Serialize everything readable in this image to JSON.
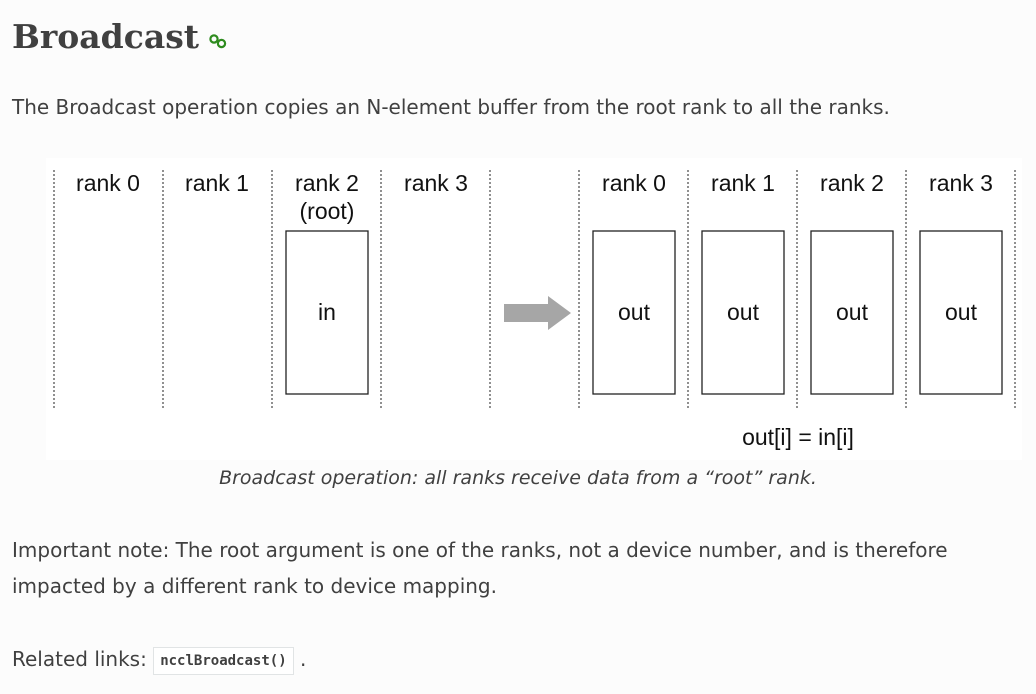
{
  "section": {
    "title": "Broadcast",
    "link_icon": "link-icon",
    "intro": "The Broadcast operation copies an N-element buffer from the root rank to all the ranks."
  },
  "figure": {
    "left_ranks": [
      "rank 0",
      "rank 1",
      "rank 2",
      "rank 3"
    ],
    "root_label": "(root)",
    "input_buffer": "in",
    "arrow_icon": "right-arrow-icon",
    "right_ranks": [
      "rank 0",
      "rank 1",
      "rank 2",
      "rank 3"
    ],
    "output_buffers": [
      "out",
      "out",
      "out",
      "out"
    ],
    "equation": "out[i] = in[i]",
    "caption": "Broadcast operation: all ranks receive data from a “root” rank."
  },
  "note": "Important note: The root argument is one of the ranks, not a device number, and is therefore impacted by a different rank to device mapping.",
  "related": {
    "label": "Related links:",
    "link": "ncclBroadcast()",
    "after": "."
  },
  "colors": {
    "text": "#404040",
    "link_icon": "#2e8b1e",
    "arrow": "#a6a6a6"
  }
}
